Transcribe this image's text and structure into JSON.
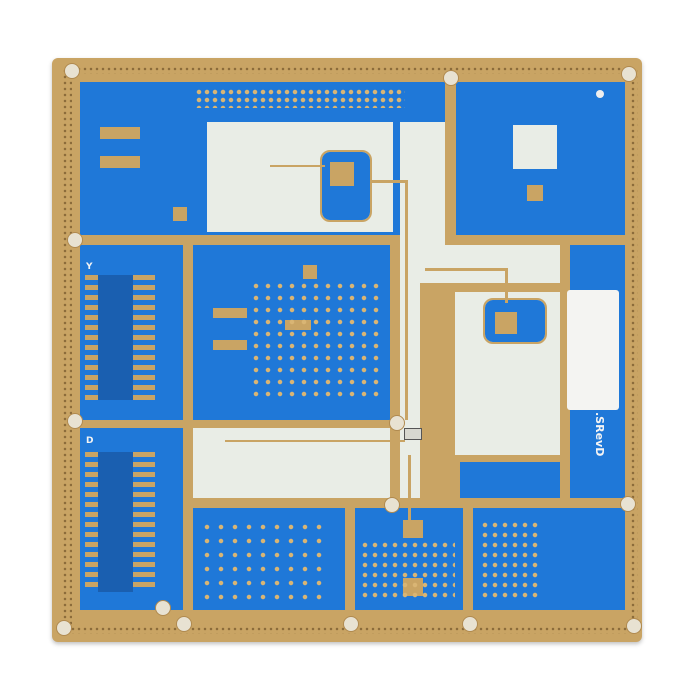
{
  "board": {
    "revision_label": ".SRevD",
    "marker_y": "Y",
    "marker_d": "D",
    "colors": {
      "soldermask": "#1f78d8",
      "copper": "#c9a464",
      "substrate": "#e9ede6"
    }
  }
}
